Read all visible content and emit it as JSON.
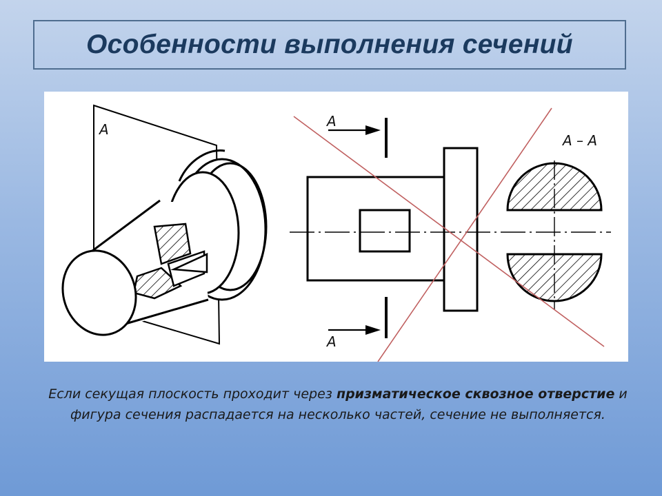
{
  "slide": {
    "title": "Особенности выполнения сечений",
    "caption": {
      "part1": "Если секущая плоскость проходит через ",
      "bold1": "призматическое сквозное отверстие",
      "part2": " и фигура сечения распадается на несколько частей, сечение не выполняется."
    }
  },
  "drawing": {
    "plane_label": "A",
    "arrow_top_label": "A",
    "arrow_bottom_label": "A",
    "section_label": "A – A",
    "cross_out_color": "#c06060",
    "ink_color": "#000000"
  }
}
